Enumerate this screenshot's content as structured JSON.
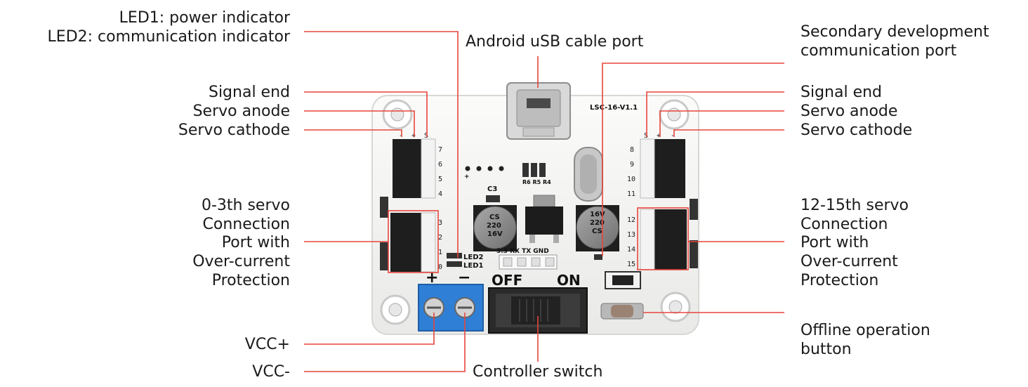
{
  "labels": {
    "led_indicators": [
      "LED1: power indicator",
      "LED2: communication indicator"
    ],
    "usb_port": "Android uSB cable port",
    "secondary_port": [
      "Secondary development",
      "communication port"
    ],
    "left_header_pins": [
      "Signal end",
      "Servo anode",
      "Servo cathode"
    ],
    "right_header_pins": [
      "Signal end",
      "Servo anode",
      "Servo cathode"
    ],
    "left_servo_group": [
      "0-3th servo",
      "Connection",
      "Port with",
      "Over-current",
      "Protection"
    ],
    "right_servo_group": [
      "12-15th servo",
      "Connection",
      "Port with",
      "Over-current",
      "Protection"
    ],
    "vcc_plus": "VCC+",
    "vcc_minus": "VCC-",
    "controller_switch": "Controller switch",
    "offline_button": [
      "Offline operation",
      "button"
    ]
  },
  "board": {
    "model": "LSC-16-V1.1",
    "cap_label": "C3",
    "resistors": "R6 R5 R4",
    "left_cap": [
      "CS",
      "220",
      "16V"
    ],
    "right_cap": [
      "16V",
      "220",
      "CS"
    ],
    "led2": "LED2",
    "led1": "LED1",
    "serial_header": "3.3 RX TX GND",
    "off": "OFF",
    "on": "ON",
    "plus": "+",
    "minus": "−",
    "left_pin_legend": [
      "-",
      "+",
      "S"
    ],
    "right_pin_legend": [
      "S",
      "+",
      "-"
    ],
    "pins_left_top": [
      "7",
      "6",
      "5",
      "4"
    ],
    "pins_left_bottom": [
      "3",
      "2",
      "1",
      "0"
    ],
    "pins_right_top": [
      "8",
      "9",
      "10",
      "11"
    ],
    "pins_right_bottom": [
      "12",
      "13",
      "14",
      "15"
    ],
    "dot_plus": "+"
  },
  "colors": {
    "leader": "#e8453c",
    "board": "#f4f5f3",
    "terminal": "#2f7fd6",
    "header": "#1e1e1e"
  }
}
